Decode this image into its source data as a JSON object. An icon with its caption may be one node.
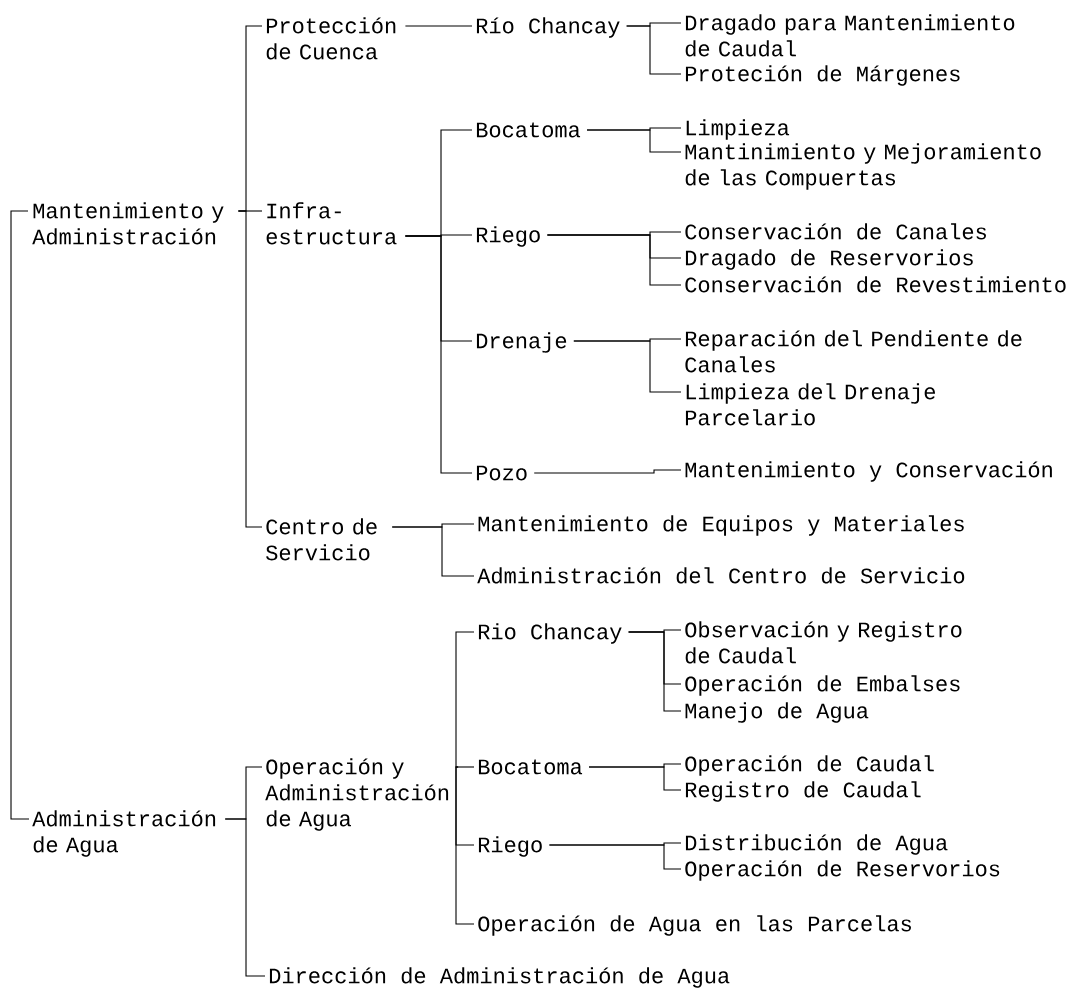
{
  "diagram": {
    "nodes": [
      {
        "text": [
          "Mantenimiento y Administración"
        ]
      },
      {
        "text": [
          "Protección de Cuenca"
        ]
      },
      {
        "text": [
          "Infra- estructura"
        ]
      },
      {
        "text": [
          "Centro de Servicio"
        ]
      },
      {
        "text": [
          "Río Chancay"
        ]
      },
      {
        "text": [
          "Dragado para Mantenimiento de Caudal"
        ]
      },
      {
        "text": [
          "Proteción de Márgenes"
        ]
      },
      {
        "text": [
          "Bocatoma"
        ]
      },
      {
        "text": [
          "Limpieza"
        ]
      },
      {
        "text": [
          "Mantinimiento y Mejoramiento de las Compuertas"
        ]
      },
      {
        "text": [
          "Riego"
        ]
      },
      {
        "text": [
          "Conservación de Canales"
        ]
      },
      {
        "text": [
          "Dragado de Reservorios"
        ]
      },
      {
        "text": [
          "Conservación de Revestimiento"
        ]
      },
      {
        "text": [
          "Drenaje"
        ]
      },
      {
        "text": [
          "Reparación del Pendiente de Canales"
        ]
      },
      {
        "text": [
          "Limpieza del Drenaje Parcelario"
        ]
      },
      {
        "text": [
          "Pozo"
        ]
      },
      {
        "text": [
          "Mantenimiento y Conservación"
        ]
      },
      {
        "text": [
          "Mantenimiento de Equipos y Materiales"
        ]
      },
      {
        "text": [
          "Administración del Centro de Servicio"
        ]
      },
      {
        "text": [
          "Administración de Agua"
        ]
      },
      {
        "text": [
          "Operación y Administración de Agua"
        ]
      },
      {
        "text": [
          "Dirección de Administración de Agua"
        ]
      },
      {
        "text": [
          "Rio Chancay"
        ]
      },
      {
        "text": [
          "Observación y Registro de Caudal"
        ]
      },
      {
        "text": [
          "Operación de Embalses"
        ]
      },
      {
        "text": [
          "Manejo de Agua"
        ]
      },
      {
        "text": [
          "Bocatoma"
        ]
      },
      {
        "text": [
          "Operación de Caudal"
        ]
      },
      {
        "text": [
          "Registro de Caudal"
        ]
      },
      {
        "text": [
          "Riego"
        ]
      },
      {
        "text": [
          "Distribución de Agua"
        ]
      },
      {
        "text": [
          "Operación de Reservorios"
        ]
      },
      {
        "text": [
          "Operación de Agua en las Parcelas"
        ]
      }
    ],
    "edges": [
      {
        "from": 0,
        "to": 1,
        "arrow": "none"
      },
      {
        "from": 0,
        "to": 2,
        "arrow": "none"
      },
      {
        "from": 0,
        "to": 3,
        "arrow": "none"
      },
      {
        "from": 1,
        "to": 4,
        "arrow": "none"
      },
      {
        "from": 4,
        "to": 5,
        "arrow": "none"
      },
      {
        "from": 4,
        "to": 6,
        "arrow": "none"
      },
      {
        "from": 2,
        "to": 7,
        "arrow": "none"
      },
      {
        "from": 2,
        "to": 10,
        "arrow": "none"
      },
      {
        "from": 2,
        "to": 14,
        "arrow": "none"
      },
      {
        "from": 2,
        "to": 17,
        "arrow": "none"
      },
      {
        "from": 7,
        "to": 8,
        "arrow": "none"
      },
      {
        "from": 7,
        "to": 9,
        "arrow": "none"
      },
      {
        "from": 10,
        "to": 11,
        "arrow": "none"
      },
      {
        "from": 10,
        "to": 12,
        "arrow": "none"
      },
      {
        "from": 10,
        "to": 13,
        "arrow": "none"
      },
      {
        "from": 14,
        "to": 15,
        "arrow": "none"
      },
      {
        "from": 14,
        "to": 16,
        "arrow": "none"
      },
      {
        "from": 17,
        "to": 18,
        "arrow": "none"
      },
      {
        "from": 3,
        "to": 19,
        "arrow": "none"
      },
      {
        "from": 3,
        "to": 20,
        "arrow": "none"
      },
      {
        "from": 0,
        "to": 21,
        "arrow": "none"
      },
      {
        "from": 21,
        "to": 22,
        "arrow": "none"
      },
      {
        "from": 21,
        "to": 23,
        "arrow": "none"
      },
      {
        "from": 22,
        "to": 24,
        "arrow": "none"
      },
      {
        "from": 22,
        "to": 28,
        "arrow": "none"
      },
      {
        "from": 22,
        "to": 31,
        "arrow": "none"
      },
      {
        "from": 22,
        "to": 34,
        "arrow": "none"
      },
      {
        "from": 24,
        "to": 25,
        "arrow": "none"
      },
      {
        "from": 24,
        "to": 26,
        "arrow": "none"
      },
      {
        "from": 24,
        "to": 27,
        "arrow": "none"
      },
      {
        "from": 28,
        "to": 29,
        "arrow": "none"
      },
      {
        "from": 28,
        "to": 30,
        "arrow": "none"
      },
      {
        "from": 31,
        "to": 32,
        "arrow": "none"
      },
      {
        "from": 31,
        "to": 33,
        "arrow": "none"
      }
    ]
  }
}
